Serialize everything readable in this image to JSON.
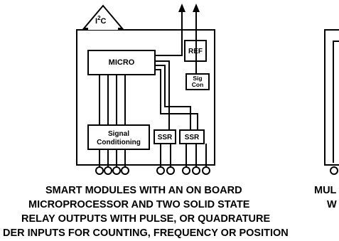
{
  "module_left": {
    "bus_label_base": "I",
    "bus_label_sup": "2",
    "bus_label_tail": "C",
    "micro_label": "MICRO",
    "ref_label": "REF",
    "sigcon_label_1": "Sig",
    "sigcon_label_2": "Con",
    "signal_cond_label_1": "Signal",
    "signal_cond_label_2": "Conditioning",
    "ssr_label_1": "SSR",
    "ssr_label_2": "SSR"
  },
  "captions_left": [
    "SMART MODULES WITH AN ON BOARD",
    "MICROPROCESSOR AND TWO SOLID STATE",
    "RELAY OUTPUTS WITH PULSE, OR QUADRATURE",
    "DER INPUTS FOR COUNTING, FREQUENCY OR POSITION"
  ],
  "captions_right": [
    "MUL",
    "W"
  ]
}
